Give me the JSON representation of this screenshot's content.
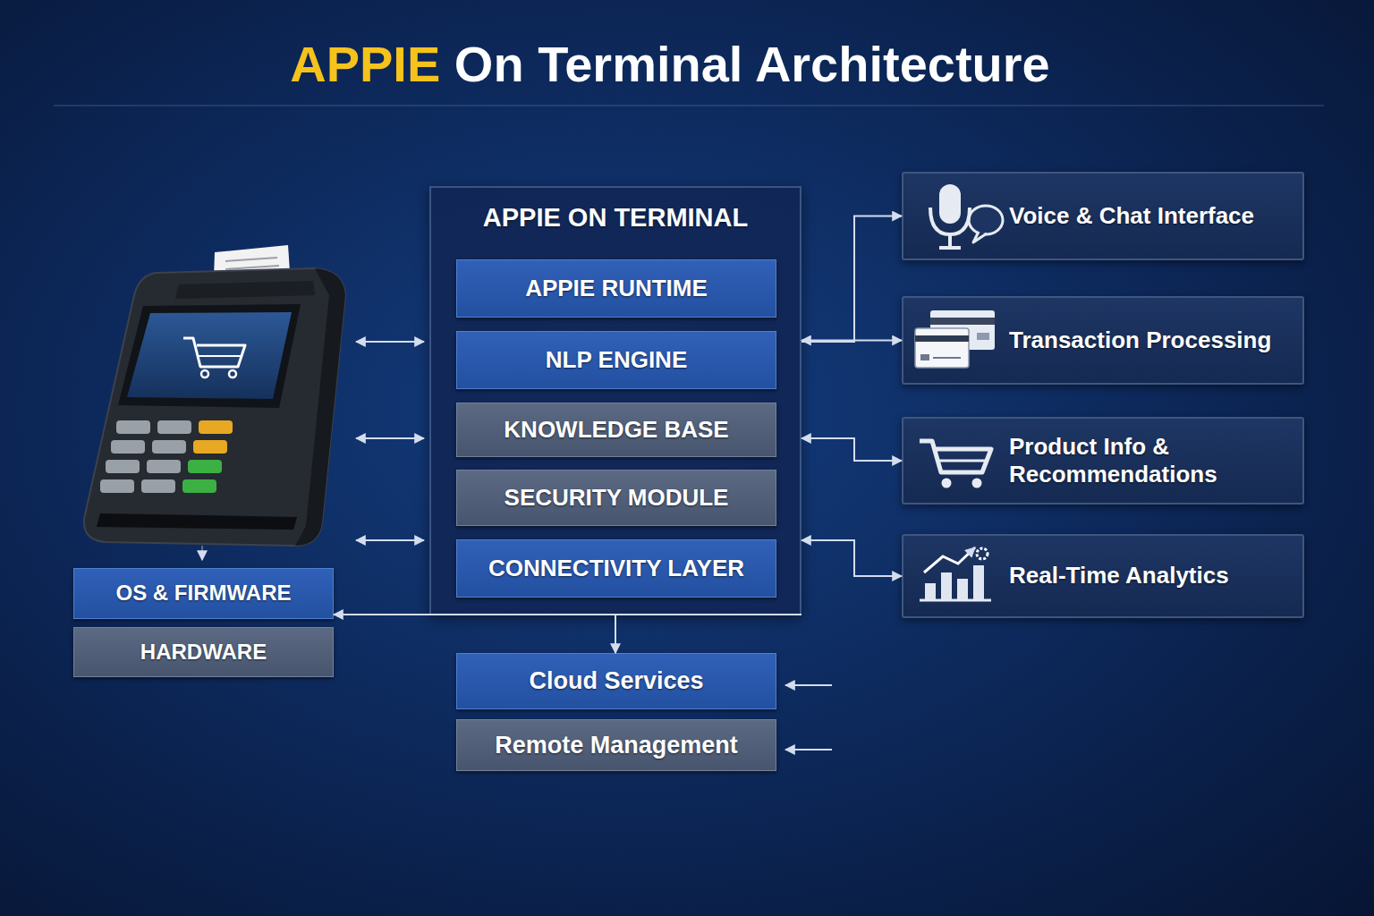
{
  "diagram": {
    "title": "APPIE On Terminal Architecture",
    "nodes": [
      {
        "text": [
          "APPIE ON TERMINAL"
        ]
      },
      {
        "text": [
          "APPIE RUNTIME"
        ],
        "in": 0
      },
      {
        "text": [
          "NLP ENGINE"
        ],
        "in": 0
      },
      {
        "text": [
          "KNOWLEDGE BASE"
        ],
        "in": 0
      },
      {
        "text": [
          "SECURITY MODULE"
        ],
        "in": 0
      },
      {
        "text": [
          "CONNECTIVITY LAYER"
        ],
        "in": 0
      },
      {
        "text": [
          "Voice & Chat Interface"
        ]
      },
      {
        "text": [
          "Transaction Processing"
        ]
      },
      {
        "text": [
          "Product Info & Recommendations"
        ]
      },
      {
        "text": [
          "Real-Time Analytics"
        ]
      },
      {
        "text": [
          "OS & FIRMWARE"
        ]
      },
      {
        "text": [
          "HARDWARE"
        ]
      },
      {
        "text": [
          "Cloud Services"
        ]
      },
      {
        "text": [
          "Remote Management"
        ]
      }
    ],
    "edges": [
      {
        "from": 0,
        "to": 6,
        "arrow": "to"
      },
      {
        "from": 0,
        "to": 7,
        "arrow": "both"
      },
      {
        "from": 0,
        "to": 8,
        "arrow": "both"
      },
      {
        "from": 0,
        "to": 9,
        "arrow": "both"
      },
      {
        "from": 0,
        "to": 10,
        "arrow": "to"
      },
      {
        "from": 0,
        "to": 12,
        "arrow": "to"
      }
    ]
  }
}
